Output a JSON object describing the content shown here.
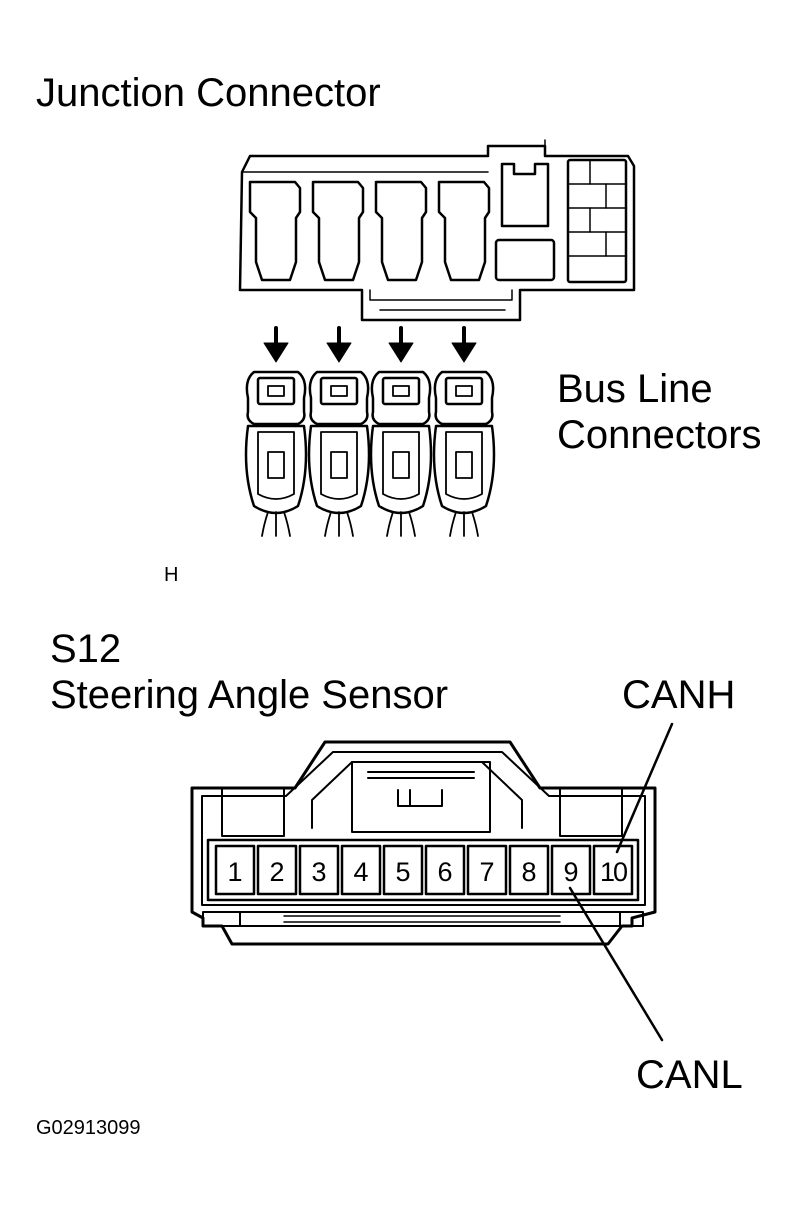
{
  "junction": {
    "title": "Junction Connector",
    "bus_label_line1": "Bus Line",
    "bus_label_line2": "Connectors",
    "marker": "H"
  },
  "sensor": {
    "code": "S12",
    "name": "Steering Angle Sensor",
    "canh_label": "CANH",
    "canl_label": "CANL",
    "pins": [
      "1",
      "2",
      "3",
      "4",
      "5",
      "6",
      "7",
      "8",
      "9",
      "10"
    ]
  },
  "figure_id": "G02913099"
}
